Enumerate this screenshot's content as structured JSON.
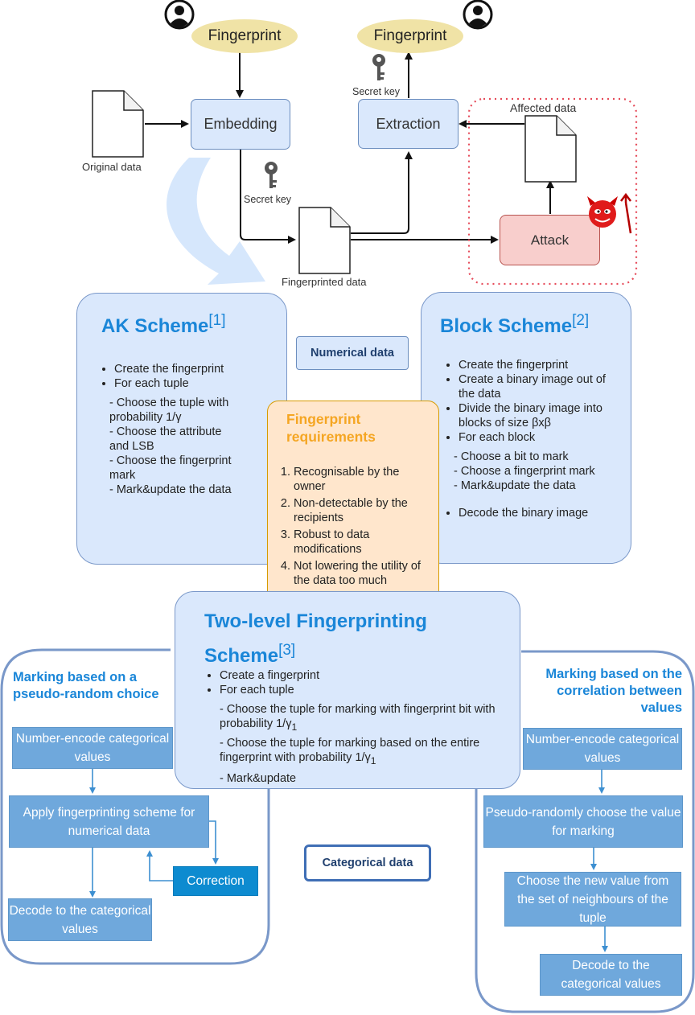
{
  "top_flow": {
    "fingerprint_in": "Fingerprint",
    "fingerprint_out": "Fingerprint",
    "embedding": "Embedding",
    "extraction": "Extraction",
    "attack": "Attack",
    "original_data": "Original data",
    "secret_key_embed": "Secret key",
    "secret_key_extract": "Secret key",
    "fingerprinted_data": "Fingerprinted data",
    "affected_data": "Affected data",
    "icons": [
      "user-icon",
      "key-icon",
      "document-icon",
      "devil-icon"
    ]
  },
  "numerical_label": "Numerical data",
  "categorical_label": "Categorical data",
  "ak_scheme": {
    "title": "AK Scheme",
    "ref": "[1]",
    "bullets": [
      "Create the fingerprint",
      "For each tuple"
    ],
    "steps": [
      "- Choose the tuple with probability 1/γ",
      "- Choose the attribute and LSB",
      "- Choose the fingerprint mark",
      "- Mark&update the data"
    ]
  },
  "block_scheme": {
    "title": "Block Scheme",
    "ref": "[2]",
    "bullets": [
      "Create the fingerprint",
      "Create a binary image out of the data",
      "Divide the binary image into blocks of size βxβ",
      "For each block"
    ],
    "steps": [
      "- Choose a bit to mark",
      "- Choose a fingerprint mark",
      "- Mark&update the data"
    ],
    "final": "Decode the binary image"
  },
  "requirements": {
    "title": "Fingerprint requirements",
    "items": [
      "Recognisable by the owner",
      "Non-detectable by the recipients",
      "Robust to data modifications",
      "Not lowering the utility of the data too much"
    ]
  },
  "two_level": {
    "title": "Two-level Fingerprinting Scheme",
    "ref": "[3]",
    "bullets": [
      "Create a fingerprint",
      "For each tuple"
    ],
    "step1": "- Choose the tuple for marking with fingerprint bit with probability 1/γ",
    "step1_sub": "1",
    "step2": "- Choose the tuple for marking based on the entire fingerprint with probability 1/γ",
    "step2_sub": "1",
    "step3": "- Mark&update"
  },
  "left_branch": {
    "title": "Marking based on a pseudo-random choice",
    "boxes": [
      "Number-encode categorical values",
      "Apply fingerprinting scheme for numerical data",
      "Correction",
      "Decode to the categorical values"
    ]
  },
  "right_branch": {
    "title": "Marking based on the correlation between values",
    "boxes": [
      "Number-encode categorical values",
      "Pseudo-randomly choose the value for marking",
      "Choose the new value from the set of neighbours of the tuple",
      "Decode to the categorical values"
    ]
  }
}
